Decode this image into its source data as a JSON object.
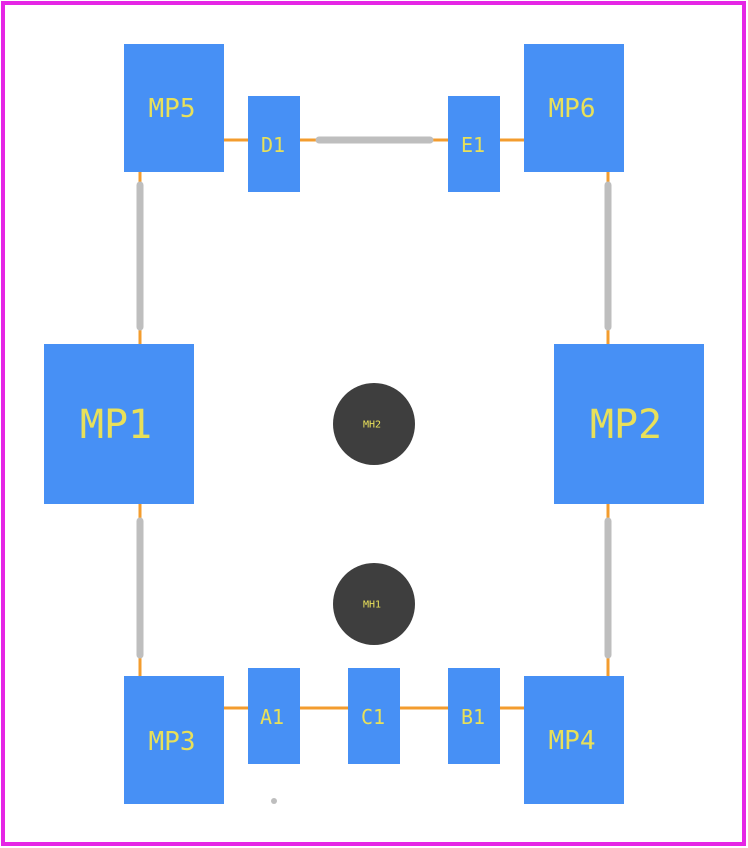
{
  "colors": {
    "outline": "#e526e5",
    "pad": "#4790f5",
    "label": "#e8e05a",
    "trace": "#f39c2e",
    "silk": "#bebebe",
    "hole": "#3e3e3e"
  },
  "pads": [
    {
      "id": "MP5",
      "label": "MP5"
    },
    {
      "id": "D1",
      "label": "D1"
    },
    {
      "id": "E1",
      "label": "E1"
    },
    {
      "id": "MP6",
      "label": "MP6"
    },
    {
      "id": "MP1",
      "label": "MP1"
    },
    {
      "id": "MP2",
      "label": "MP2"
    },
    {
      "id": "MP3",
      "label": "MP3"
    },
    {
      "id": "A1",
      "label": "A1"
    },
    {
      "id": "C1",
      "label": "C1"
    },
    {
      "id": "B1",
      "label": "B1"
    },
    {
      "id": "MP4",
      "label": "MP4"
    }
  ],
  "holes": [
    {
      "id": "MH2",
      "label": "MH2"
    },
    {
      "id": "MH1",
      "label": "MH1"
    }
  ]
}
